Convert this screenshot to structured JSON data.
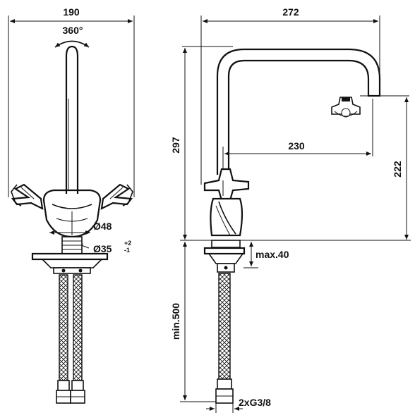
{
  "front_view": {
    "width": "190",
    "rotation": "360°",
    "base_diameter": "Ø48",
    "hole_diameter": "Ø35",
    "hole_tol_upper": "+2",
    "hole_tol_lower": "-1"
  },
  "side_view": {
    "reach_overall": "272",
    "height_overall": "297",
    "reach_spout": "230",
    "height_spout": "222",
    "max_deck": "max.40",
    "min_hose": "min.500",
    "connection": "2xG3/8"
  }
}
